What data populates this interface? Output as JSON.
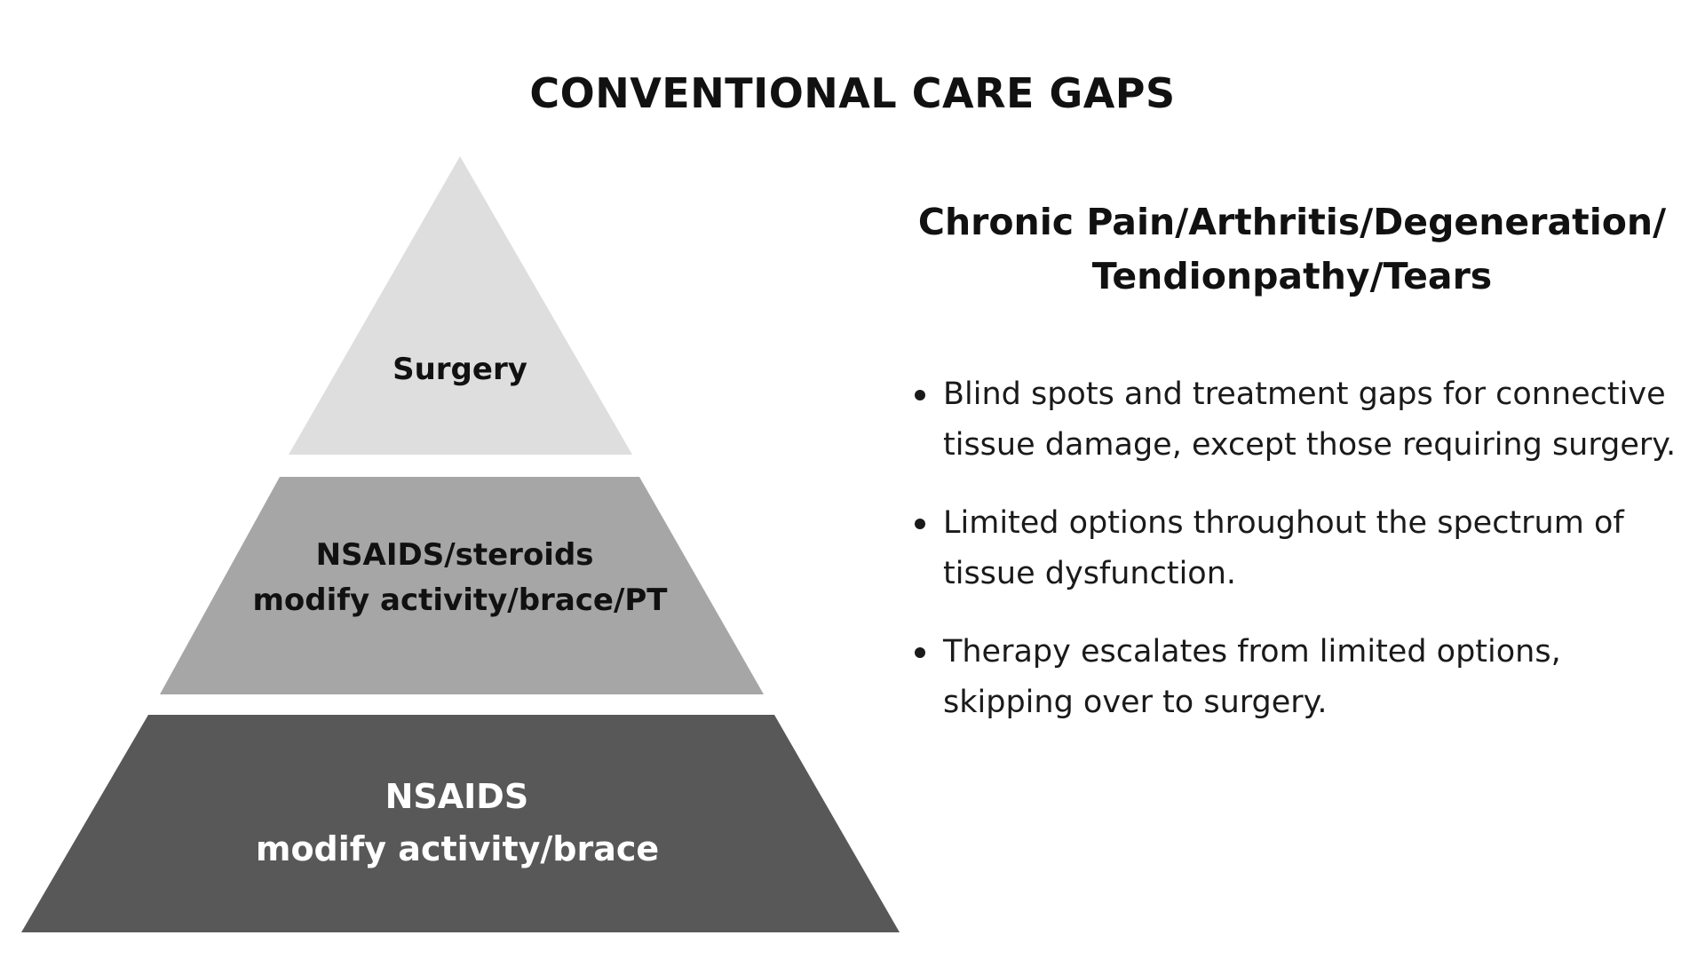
{
  "title": "CONVENTIONAL CARE GAPS",
  "pyramid": {
    "tiers": [
      {
        "lines": [
          "Surgery"
        ],
        "fill": "#dedede",
        "text_color": "#111111"
      },
      {
        "lines": [
          "NSAIDS/steroids",
          "modify activity/brace/PT"
        ],
        "fill": "#a6a6a6",
        "text_color": "#111111"
      },
      {
        "lines": [
          "NSAIDS",
          "modify activity/brace"
        ],
        "fill": "#585858",
        "text_color": "#ffffff"
      }
    ]
  },
  "panel": {
    "heading_lines": [
      "Chronic Pain/Arthritis/Degeneration/",
      "Tendionpathy/Tears"
    ],
    "bullets": [
      "Blind spots and treatment gaps for connective tissue damage, except those requiring surgery.",
      "Limited options throughout the spectrum of tissue dysfunction.",
      "Therapy escalates from limited options, skipping over to surgery."
    ]
  }
}
